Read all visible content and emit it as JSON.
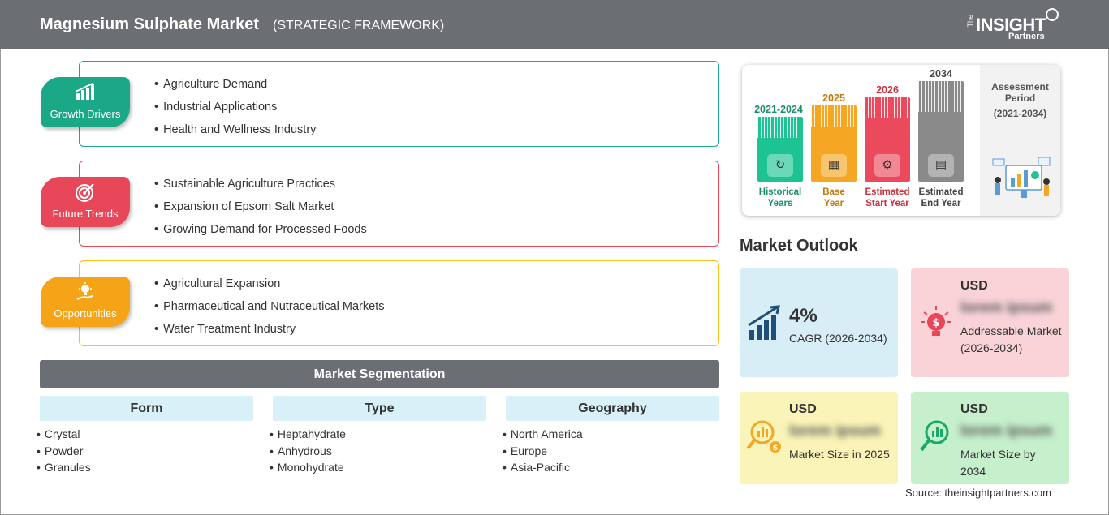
{
  "header": {
    "title": "Magnesium Sulphate Market",
    "subtitle": "(STRATEGIC FRAMEWORK)",
    "logo": {
      "the": "The",
      "insight": "INSIGHT",
      "partners": "Partners"
    }
  },
  "cards": [
    {
      "label": "Growth Drivers",
      "icon": "growth-chart-icon",
      "color": "#1aa886",
      "border": "#1aa886",
      "items": [
        "Agriculture Demand",
        "Industrial Applications",
        "Health and Wellness Industry"
      ]
    },
    {
      "label": "Future Trends",
      "icon": "target-icon",
      "color": "#e8475a",
      "border": "#e8475a",
      "items": [
        "Sustainable Agriculture Practices",
        "Expansion of Epsom Salt Market",
        "Growing Demand for Processed Foods"
      ]
    },
    {
      "label": "Opportunities",
      "icon": "lightbulb-hand-icon",
      "color": "#f5a418",
      "border": "#f5c418",
      "items": [
        "Agricultural Expansion",
        "Pharmaceutical and Nutraceutical Markets",
        "Water Treatment Industry"
      ]
    }
  ],
  "segmentation": {
    "title": "Market Segmentation",
    "columns": [
      {
        "head": "Form",
        "items": [
          "Crystal",
          "Powder",
          "Granules"
        ]
      },
      {
        "head": "Type",
        "items": [
          "Heptahydrate",
          "Anhydrous",
          "Monohydrate"
        ]
      },
      {
        "head": "Geography",
        "items": [
          "North America",
          "Europe",
          "Asia-Pacific"
        ]
      }
    ]
  },
  "timeline": {
    "columns": [
      {
        "year": "2021-2024",
        "label_1": "Historical",
        "label_2": "Years",
        "color": "#1dc392",
        "text_color": "#1b8f6c",
        "icon": "history-icon"
      },
      {
        "year": "2025",
        "label_1": "Base",
        "label_2": "Year",
        "color": "#f5a623",
        "text_color": "#c07a10",
        "icon": "calendar-icon"
      },
      {
        "year": "2026",
        "label_1": "Estimated",
        "label_2": "Start Year",
        "color": "#ea4a5c",
        "text_color": "#c9303f",
        "icon": "presentation-icon"
      },
      {
        "year": "2034",
        "label_1": "Estimated",
        "label_2": "End Year",
        "color": "#8a8a8a",
        "text_color": "#444444",
        "icon": "monitor-chart-icon"
      }
    ],
    "assessment_title_1": "Assessment",
    "assessment_title_2": "Period",
    "assessment_range": "(2021-2034)"
  },
  "outlook": {
    "title": "Market Outlook",
    "cagr": {
      "value": "4%",
      "label": "CAGR (2026-2034)",
      "bg": "#d8eef7",
      "icon": "growth-bars-icon"
    },
    "addressable": {
      "usd": "USD",
      "value": "lorem ipsum",
      "label": "Addressable Market (2026-2034)",
      "bg": "#f9d3d8",
      "icon": "idea-bulb-dollar-icon"
    },
    "size_2025": {
      "usd": "USD",
      "value": "lorem ipsum",
      "label": "Market Size in 2025",
      "bg": "#fbf4b8",
      "icon": "magnifier-dollar-icon"
    },
    "size_2034": {
      "usd": "USD",
      "value": "lorem ipsum",
      "label": "Market Size by 2034",
      "bg": "#c6efcc",
      "icon": "magnifier-chart-icon"
    }
  },
  "source": "Source: theinsightpartners.com"
}
